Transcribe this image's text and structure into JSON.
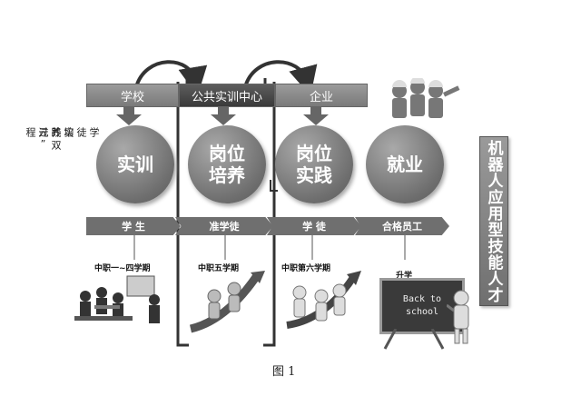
{
  "side_title": [
    "学徒实践",
    "“双元”",
    "培养过程"
  ],
  "right_title": "机器人应用型技能人才",
  "headers": [
    {
      "label": "学校"
    },
    {
      "label": "公共实训中心"
    },
    {
      "label": "企业"
    }
  ],
  "circles": [
    {
      "label": "实训"
    },
    {
      "label": "岗位\n培养"
    },
    {
      "label": "岗位\n实践"
    },
    {
      "label": "就业"
    }
  ],
  "bands": [
    {
      "label": "学 生"
    },
    {
      "label": "准学徒"
    },
    {
      "label": "学 徒"
    },
    {
      "label": "合格员工"
    }
  ],
  "terms": [
    {
      "label": "中职一~四学期"
    },
    {
      "label": "中职五学期"
    },
    {
      "label": "中职第六学期"
    },
    {
      "label": "升学"
    }
  ],
  "board_text": [
    "Back to",
    "school"
  ],
  "caption": "图 1",
  "colors": {
    "header": "#8a8a8a",
    "header_dark": "#4a4a4a",
    "circle": "#7a7a7a",
    "band": "#6f6f6f"
  }
}
